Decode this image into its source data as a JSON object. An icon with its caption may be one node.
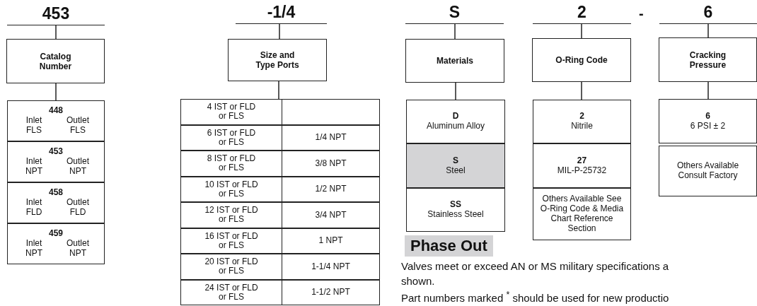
{
  "diagram": {
    "nodes": [
      {
        "text": [
          "453"
        ]
      },
      {
        "text": [
          "Catalog Number"
        ]
      },
      {
        "text": [
          "448",
          "Inlet FLS",
          "Outlet FLS"
        ]
      },
      {
        "text": [
          "453",
          "Inlet NPT",
          "Outlet NPT"
        ]
      },
      {
        "text": [
          "458",
          "Inlet FLD",
          "Outlet FLD"
        ]
      },
      {
        "text": [
          "459",
          "Inlet NPT",
          "Outlet NPT"
        ]
      },
      {
        "text": [
          "-1/4"
        ]
      },
      {
        "text": [
          "Size and Type Ports"
        ]
      },
      {
        "text": [
          "4 IST or FLD or FLS"
        ]
      },
      {
        "text": [
          "6 IST or FLD or FLS",
          "1/4 NPT"
        ]
      },
      {
        "text": [
          "8 IST or FLD or FLS",
          "3/8 NPT"
        ]
      },
      {
        "text": [
          "10 IST or FLD or FLS",
          "1/2 NPT"
        ]
      },
      {
        "text": [
          "12 IST or FLD or FLS",
          "3/4 NPT"
        ]
      },
      {
        "text": [
          "16 IST or FLD or FLS",
          "1 NPT"
        ]
      },
      {
        "text": [
          "20 IST or FLD or FLS",
          "1-1/4 NPT"
        ]
      },
      {
        "text": [
          "24 IST or FLD or FLS",
          "1-1/2 NPT"
        ]
      },
      {
        "text": [
          "S"
        ]
      },
      {
        "text": [
          "Materials"
        ]
      },
      {
        "text": [
          "D",
          "Aluminum Alloy"
        ]
      },
      {
        "text": [
          "S",
          "Steel"
        ]
      },
      {
        "text": [
          "SS",
          "Stainless Steel"
        ]
      },
      {
        "text": [
          "2"
        ]
      },
      {
        "text": [
          "O-Ring Code"
        ]
      },
      {
        "text": [
          "2",
          "Nitrile"
        ]
      },
      {
        "text": [
          "27",
          "MIL-P-25732"
        ]
      },
      {
        "text": [
          "Others Available See O-Ring Code & Media Chart Reference Section"
        ]
      },
      {
        "text": [
          "6"
        ]
      },
      {
        "text": [
          "Cracking Pressure"
        ]
      },
      {
        "text": [
          "6",
          "6 PSI ± 2"
        ]
      },
      {
        "text": [
          "Others Available Consult Factory"
        ]
      }
    ],
    "edges": [
      {
        "from": 0,
        "to": 1,
        "arrow": "none"
      },
      {
        "from": 1,
        "to": 2,
        "arrow": "none"
      },
      {
        "from": 6,
        "to": 7,
        "arrow": "none"
      },
      {
        "from": 7,
        "to": 8,
        "arrow": "none"
      },
      {
        "from": 16,
        "to": 17,
        "arrow": "none"
      },
      {
        "from": 17,
        "to": 18,
        "arrow": "none"
      },
      {
        "from": 21,
        "to": 22,
        "arrow": "none"
      },
      {
        "from": 22,
        "to": 23,
        "arrow": "none"
      },
      {
        "from": 26,
        "to": 27,
        "arrow": "none"
      },
      {
        "from": 27,
        "to": 28,
        "arrow": "none"
      }
    ],
    "labels": [
      "-",
      "Valves meet or exceed AN or MS military specifications a shown.",
      "Part numbers marked $^{*}$ should be used for new productio"
    ],
    "legend": [
      {
        "text": "Phase Out",
        "color": "#d4d4d6"
      }
    ]
  }
}
